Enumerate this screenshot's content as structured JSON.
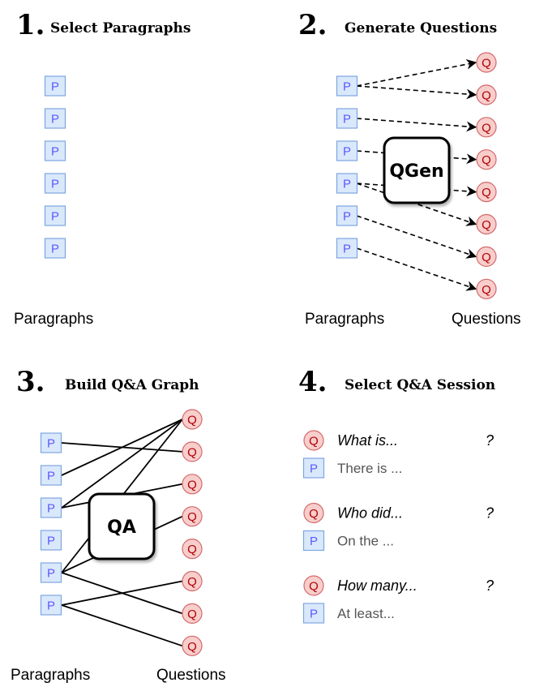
{
  "panels": [
    {
      "number": "1.",
      "title": "Select Paragraphs",
      "labels": [
        "Paragraphs"
      ]
    },
    {
      "number": "2.",
      "title": "Generate Questions",
      "labels": [
        "Paragraphs",
        "Questions"
      ],
      "box_label": "QGen",
      "edges": [
        [
          0,
          0
        ],
        [
          0,
          1
        ],
        [
          1,
          2
        ],
        [
          2,
          3
        ],
        [
          3,
          4
        ],
        [
          3,
          5
        ],
        [
          4,
          6
        ],
        [
          5,
          7
        ]
      ]
    },
    {
      "number": "3.",
      "title": "Build Q&A Graph",
      "labels": [
        "Paragraphs",
        "Questions"
      ],
      "box_label": "QA",
      "edges": [
        [
          0,
          1
        ],
        [
          1,
          0
        ],
        [
          2,
          0
        ],
        [
          2,
          2
        ],
        [
          4,
          0
        ],
        [
          4,
          3
        ],
        [
          4,
          6
        ],
        [
          5,
          5
        ],
        [
          5,
          7
        ]
      ]
    },
    {
      "number": "4.",
      "title": "Select Q&A Session",
      "pairs": [
        {
          "question": "What is...",
          "mark": "?",
          "answer": "There is ..."
        },
        {
          "question": "Who did...",
          "mark": "?",
          "answer": "On the ..."
        },
        {
          "question": "How many...",
          "mark": "?",
          "answer": "At least..."
        }
      ]
    }
  ],
  "node_labels": {
    "paragraph": "P",
    "question": "Q"
  },
  "colors": {
    "p_fill": "#dae8fc",
    "p_stroke": "#7ea6e0",
    "q_fill": "#f8cecc",
    "q_stroke": "#d46a6a"
  }
}
